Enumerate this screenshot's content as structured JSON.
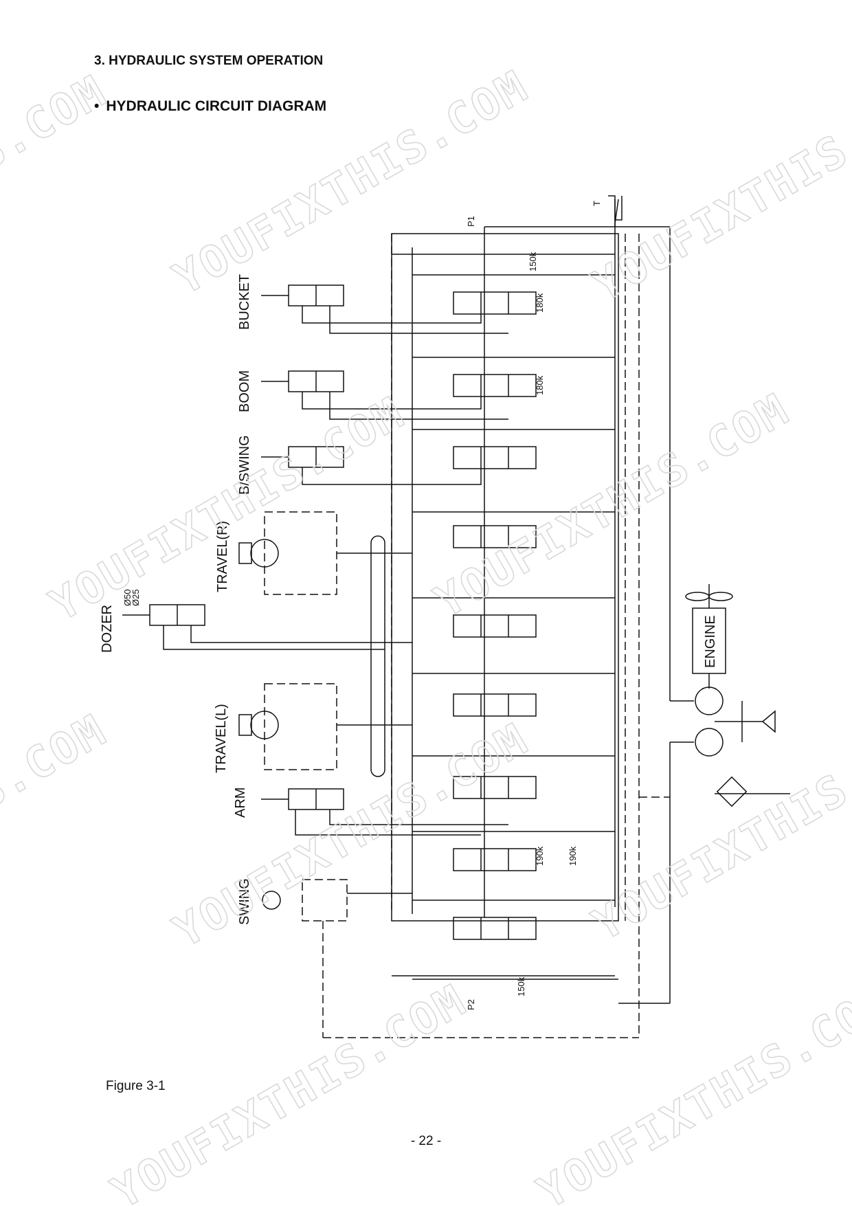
{
  "header": {
    "section_title": "3. HYDRAULIC SYSTEM OPERATION",
    "bullet": "•",
    "diagram_heading": "HYDRAULIC CIRCUIT DIAGRAM"
  },
  "diagram": {
    "components": {
      "bucket": "BUCKET",
      "boom": "BOOM",
      "bswing": "B/SWING",
      "travel_r": "TRAVEL(R)",
      "dozer": "DOZER",
      "travel_l": "TRAVEL(L)",
      "arm": "ARM",
      "swing": "SWING",
      "engine": "ENGINE"
    },
    "dozer_sizes": [
      "Ø50",
      "Ø25"
    ],
    "ports": {
      "p1": "P1",
      "p2": "P2",
      "tank": "T"
    },
    "relief_settings": {
      "top_main": "150k",
      "bucket": "180k",
      "boom": "180k",
      "arm_a": "190k",
      "arm_b": "190k",
      "bottom_main": "150k"
    }
  },
  "watermarks": [
    "YOUFIXTHIS.COM",
    "YOUFIXTHIS",
    "S.COM"
  ],
  "footer": {
    "figure_caption": "Figure 3-1",
    "page_number": "- 22 -"
  }
}
